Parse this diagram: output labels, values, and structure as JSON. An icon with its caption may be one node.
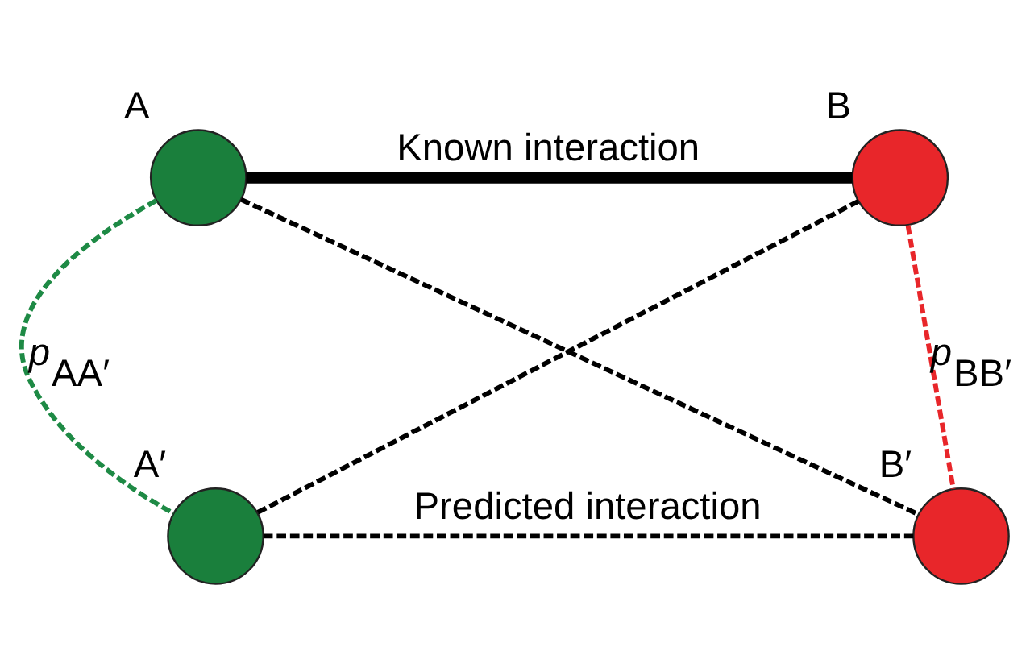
{
  "diagram": {
    "nodes": [
      {
        "text": [],
        "shape": "circle",
        "beside": [
          "A"
        ]
      },
      {
        "text": [],
        "shape": "circle",
        "beside": [
          "B"
        ]
      },
      {
        "text": [],
        "shape": "circle",
        "beside": [
          "A′"
        ]
      },
      {
        "text": [],
        "shape": "circle",
        "beside": [
          "B′"
        ]
      }
    ],
    "edges": [
      {
        "from": 0,
        "to": 1,
        "arrow": "none",
        "label": "Known interaction",
        "style": "thick"
      },
      {
        "from": 0,
        "to": 2,
        "arrow": "none",
        "label": "*p*$_{AA′}$",
        "style": "dashed",
        "color": "#1e8a45"
      },
      {
        "from": 1,
        "to": 3,
        "arrow": "none",
        "label": "*p*$_{BB′}$",
        "style": "dashed",
        "color": "#e8262a"
      },
      {
        "from": 0,
        "to": 3,
        "arrow": "none",
        "style": "dashed"
      },
      {
        "from": 2,
        "to": 1,
        "arrow": "none",
        "style": "dashed"
      },
      {
        "from": 2,
        "to": 3,
        "arrow": "none",
        "label": "Predicted interaction",
        "style": "dashed"
      }
    ]
  }
}
